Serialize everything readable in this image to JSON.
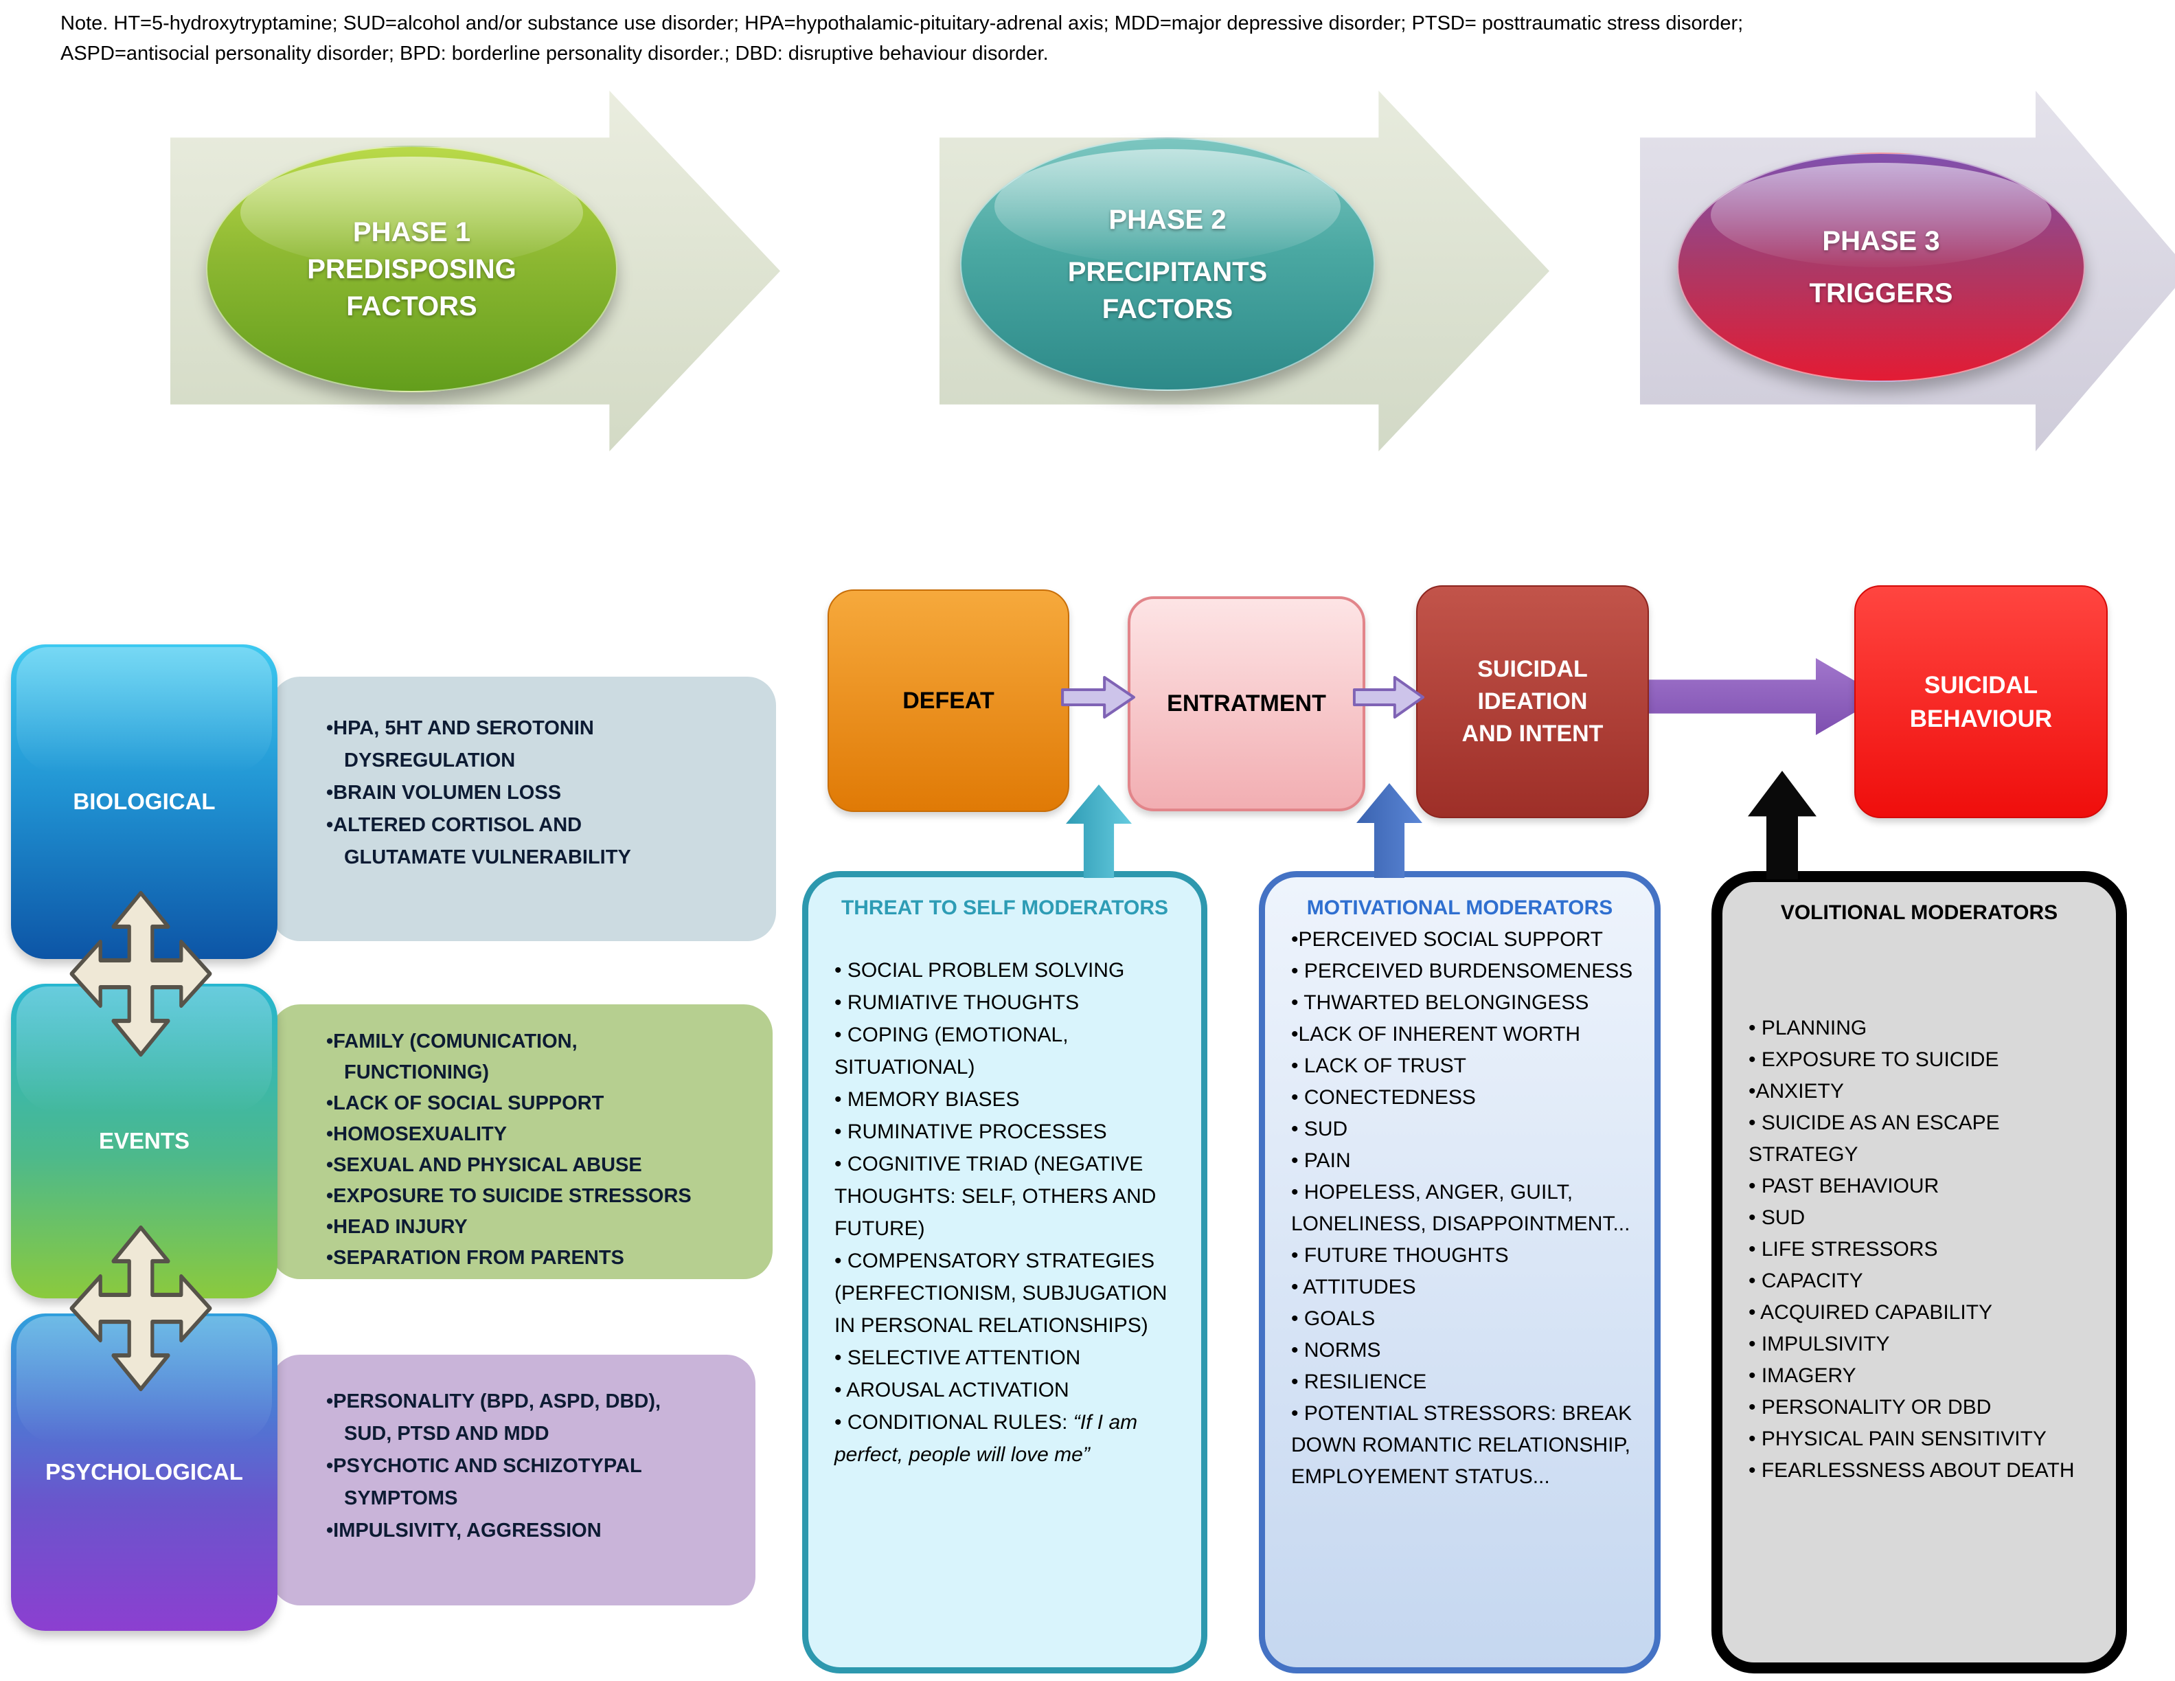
{
  "note": {
    "line1": "Note. HT=5-hydroxytryptamine; SUD=alcohol and/or substance use disorder; HPA=hypothalamic-pituitary-adrenal axis; MDD=major depressive disorder; PTSD= posttraumatic stress disorder;",
    "line2": "ASPD=antisocial personality disorder; BPD: borderline personality disorder.; DBD: disruptive behaviour disorder."
  },
  "phases": {
    "phase1": {
      "l1": "PHASE 1",
      "l2": "PREDISPOSING",
      "l3": "FACTORS"
    },
    "phase2": {
      "l1": "PHASE 2",
      "l2": "PRECIPITANTS",
      "l3": "FACTORS"
    },
    "phase3": {
      "l1": "PHASE 3",
      "l2": "TRIGGERS"
    }
  },
  "factors": {
    "biological": {
      "label": "BIOLOGICAL",
      "items": [
        "•HPA, 5HT AND SEROTONIN DYSREGULATION",
        "•BRAIN VOLUMEN LOSS",
        "•ALTERED CORTISOL AND GLUTAMATE VULNERABILITY"
      ]
    },
    "events": {
      "label": "EVENTS",
      "items": [
        "•FAMILY (COMUNICATION, FUNCTIONING)",
        "•LACK OF SOCIAL SUPPORT",
        "•HOMOSEXUALITY",
        "•SEXUAL AND PHYSICAL ABUSE",
        "•EXPOSURE TO SUICIDE STRESSORS",
        "•HEAD INJURY",
        "•SEPARATION FROM PARENTS"
      ]
    },
    "psychological": {
      "label": "PSYCHOLOGICAL",
      "items": [
        "•PERSONALITY (BPD, ASPD, DBD), SUD, PTSD AND MDD",
        "•PSYCHOTIC AND SCHIZOTYPAL SYMPTOMS",
        "•IMPULSIVITY, AGGRESSION"
      ]
    }
  },
  "flow": {
    "defeat": "DEFEAT",
    "entrapment": "ENTRATMENT",
    "ideation": {
      "l1": "SUICIDAL",
      "l2": "IDEATION",
      "l3": "AND INTENT"
    },
    "behaviour": {
      "l1": "SUICIDAL",
      "l2": "BEHAVIOUR"
    }
  },
  "moderators": {
    "threat": {
      "title": "THREAT TO SELF MODERATORS",
      "items": [
        "• SOCIAL PROBLEM SOLVING",
        "• RUMIATIVE THOUGHTS",
        "• COPING (EMOTIONAL, SITUATIONAL)",
        "• MEMORY BIASES",
        "• RUMINATIVE PROCESSES",
        "• COGNITIVE TRIAD (NEGATIVE THOUGHTS: SELF, OTHERS AND FUTURE)",
        "• COMPENSATORY STRATEGIES (PERFECTIONISM, SUBJUGATION IN PERSONAL RELATIONSHIPS)",
        "• SELECTIVE ATTENTION",
        "• AROUSAL ACTIVATION"
      ],
      "conditional_prefix": "• CONDITIONAL RULES: ",
      "conditional_quote": "“If I am perfect, people will love me”"
    },
    "motivational": {
      "title": "MOTIVATIONAL MODERATORS",
      "items": [
        "•PERCEIVED SOCIAL SUPPORT",
        "• PERCEIVED BURDENSOMENESS",
        "• THWARTED BELONGINGESS",
        "•LACK OF INHERENT WORTH",
        "• LACK OF TRUST",
        "• CONECTEDNESS",
        "• SUD",
        "• PAIN",
        "•  HOPELESS, ANGER, GUILT, LONELINESS, DISAPPOINTMENT...",
        "• FUTURE THOUGHTS",
        "• ATTITUDES",
        "• GOALS",
        "• NORMS",
        "• RESILIENCE",
        "• POTENTIAL STRESSORS: BREAK DOWN ROMANTIC RELATIONSHIP, EMPLOYEMENT STATUS..."
      ]
    },
    "volitional": {
      "title": "VOLITIONAL MODERATORS",
      "items": [
        "• PLANNING",
        "• EXPOSURE TO SUICIDE",
        "•ANXIETY",
        "• SUICIDE AS AN ESCAPE STRATEGY",
        "• PAST BEHAVIOUR",
        "• SUD",
        "• LIFE STRESSORS",
        "• CAPACITY",
        "• ACQUIRED CAPABILITY",
        "• IMPULSIVITY",
        "• IMAGERY",
        "• PERSONALITY OR DBD",
        "• PHYSICAL PAIN SENSITIVITY",
        "• FEARLESSNESS ABOUT DEATH"
      ]
    }
  },
  "colors": {
    "phase1_green": "#86b42e",
    "phase2_teal": "#3f9e9a",
    "phase3_red": "#e31b34",
    "defeat_orange": "#e8820e",
    "entrapment_pink": "#f6c1c4",
    "ideation_darkred": "#b03a30",
    "behaviour_red": "#ef0e0c",
    "threat_teal": "#2d98ae",
    "motivational_blue": "#4472c4",
    "volitional_black": "#000000",
    "purple_arrow": "#8a5cba"
  }
}
